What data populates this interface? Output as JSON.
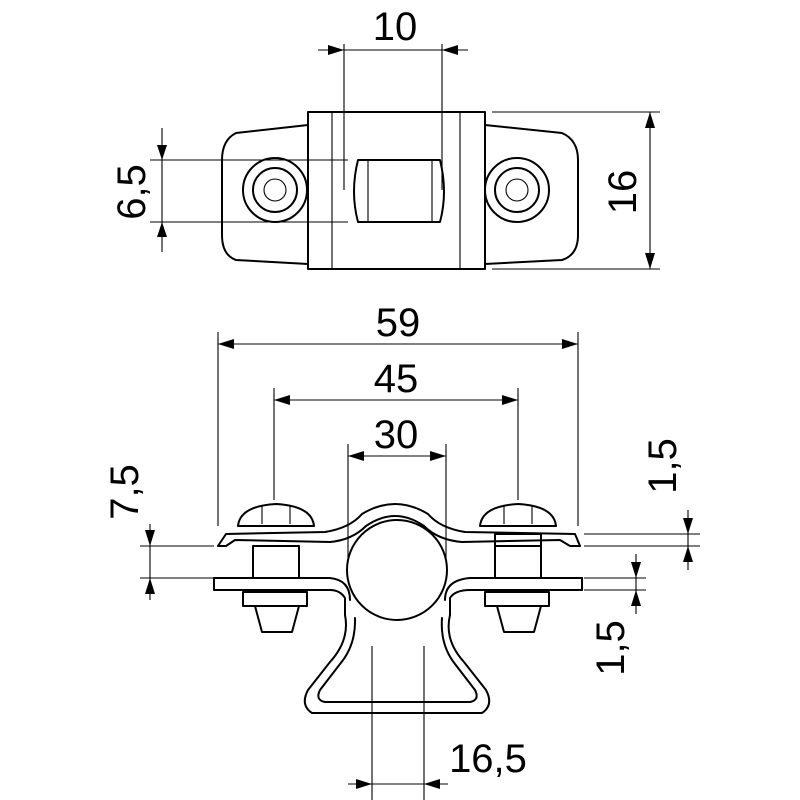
{
  "dimensions": {
    "top_width_slot": "10",
    "top_height_hole": "6,5",
    "top_height_total": "16",
    "overall_length": "59",
    "hole_spacing": "45",
    "pipe_opening": "30",
    "height_offset_left": "7,5",
    "thickness_top": "1,5",
    "thickness_bottom": "1,5",
    "bottom_width": "16,5"
  },
  "colors": {
    "line": "#000000",
    "background": "#ffffff"
  }
}
